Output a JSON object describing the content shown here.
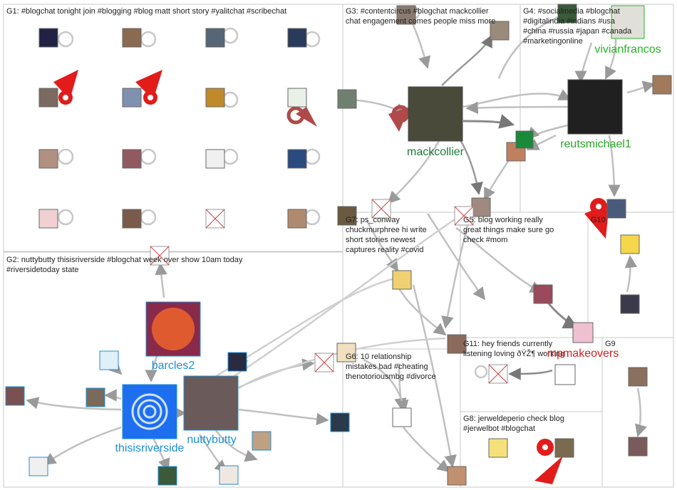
{
  "groups": [
    {
      "id": "G1",
      "label": "G1: #blogchat tonight join #blogging #blog matt short story #yalitchat #scribechat"
    },
    {
      "id": "G2",
      "label": "G2: nuttybutty thisisriverside #blogchat week over show 10am today #riversidetoday state"
    },
    {
      "id": "G3",
      "label": "G3: #contentcircus #blogchat mackcollier chat engagement comes people miss more twitter"
    },
    {
      "id": "G4",
      "label": "G4: #socialmedia #blogchat #digitalindia #indians #usa #china #russia #japan #canada #marketingonline"
    },
    {
      "id": "G5",
      "label": "G5: blog working really great things make sure go check #mom"
    },
    {
      "id": "G6",
      "label": "G6: 10 relationship mistakes bad #cheating thenotoriousmbg #divorce"
    },
    {
      "id": "G7",
      "label": "G7: ps_conway chuckmurphree hi write short stories newest captures reality #covid"
    },
    {
      "id": "G8",
      "label": "G8: jerweldeperio check blog #jerwelbot #blogchat"
    },
    {
      "id": "G9",
      "label": "G9"
    },
    {
      "id": "G10",
      "label": "G10"
    },
    {
      "id": "G11",
      "label": "G11: hey friends currently listening loving ðŸŽ¶ working mixes mum"
    }
  ],
  "node_names": [
    {
      "id": "mackcollier",
      "label": "mackcollier",
      "color": "#1a7a3a"
    },
    {
      "id": "reutsmichael1",
      "label": "reutsmichael1",
      "color": "#28a428"
    },
    {
      "id": "vivianfrancos",
      "label": "vivianfrancos",
      "color": "#28b428"
    },
    {
      "id": "barcles2",
      "label": "barcles2",
      "color": "#1f8fd6"
    },
    {
      "id": "thisisriverside",
      "label": "thisisriverside",
      "color": "#1f8fd6"
    },
    {
      "id": "nuttybutty",
      "label": "nuttybutty",
      "color": "#1f8fd6"
    },
    {
      "id": "pmakeovers",
      "label": "mpmakeovers",
      "color": "#d42020"
    }
  ],
  "colors": {
    "edge": "#bdbdbd",
    "edge_dark": "#8a8a8a",
    "grid_line": "#c8c8c8",
    "self_loop_red": "#e21b1b",
    "self_loop_brown": "#b04a4a"
  }
}
